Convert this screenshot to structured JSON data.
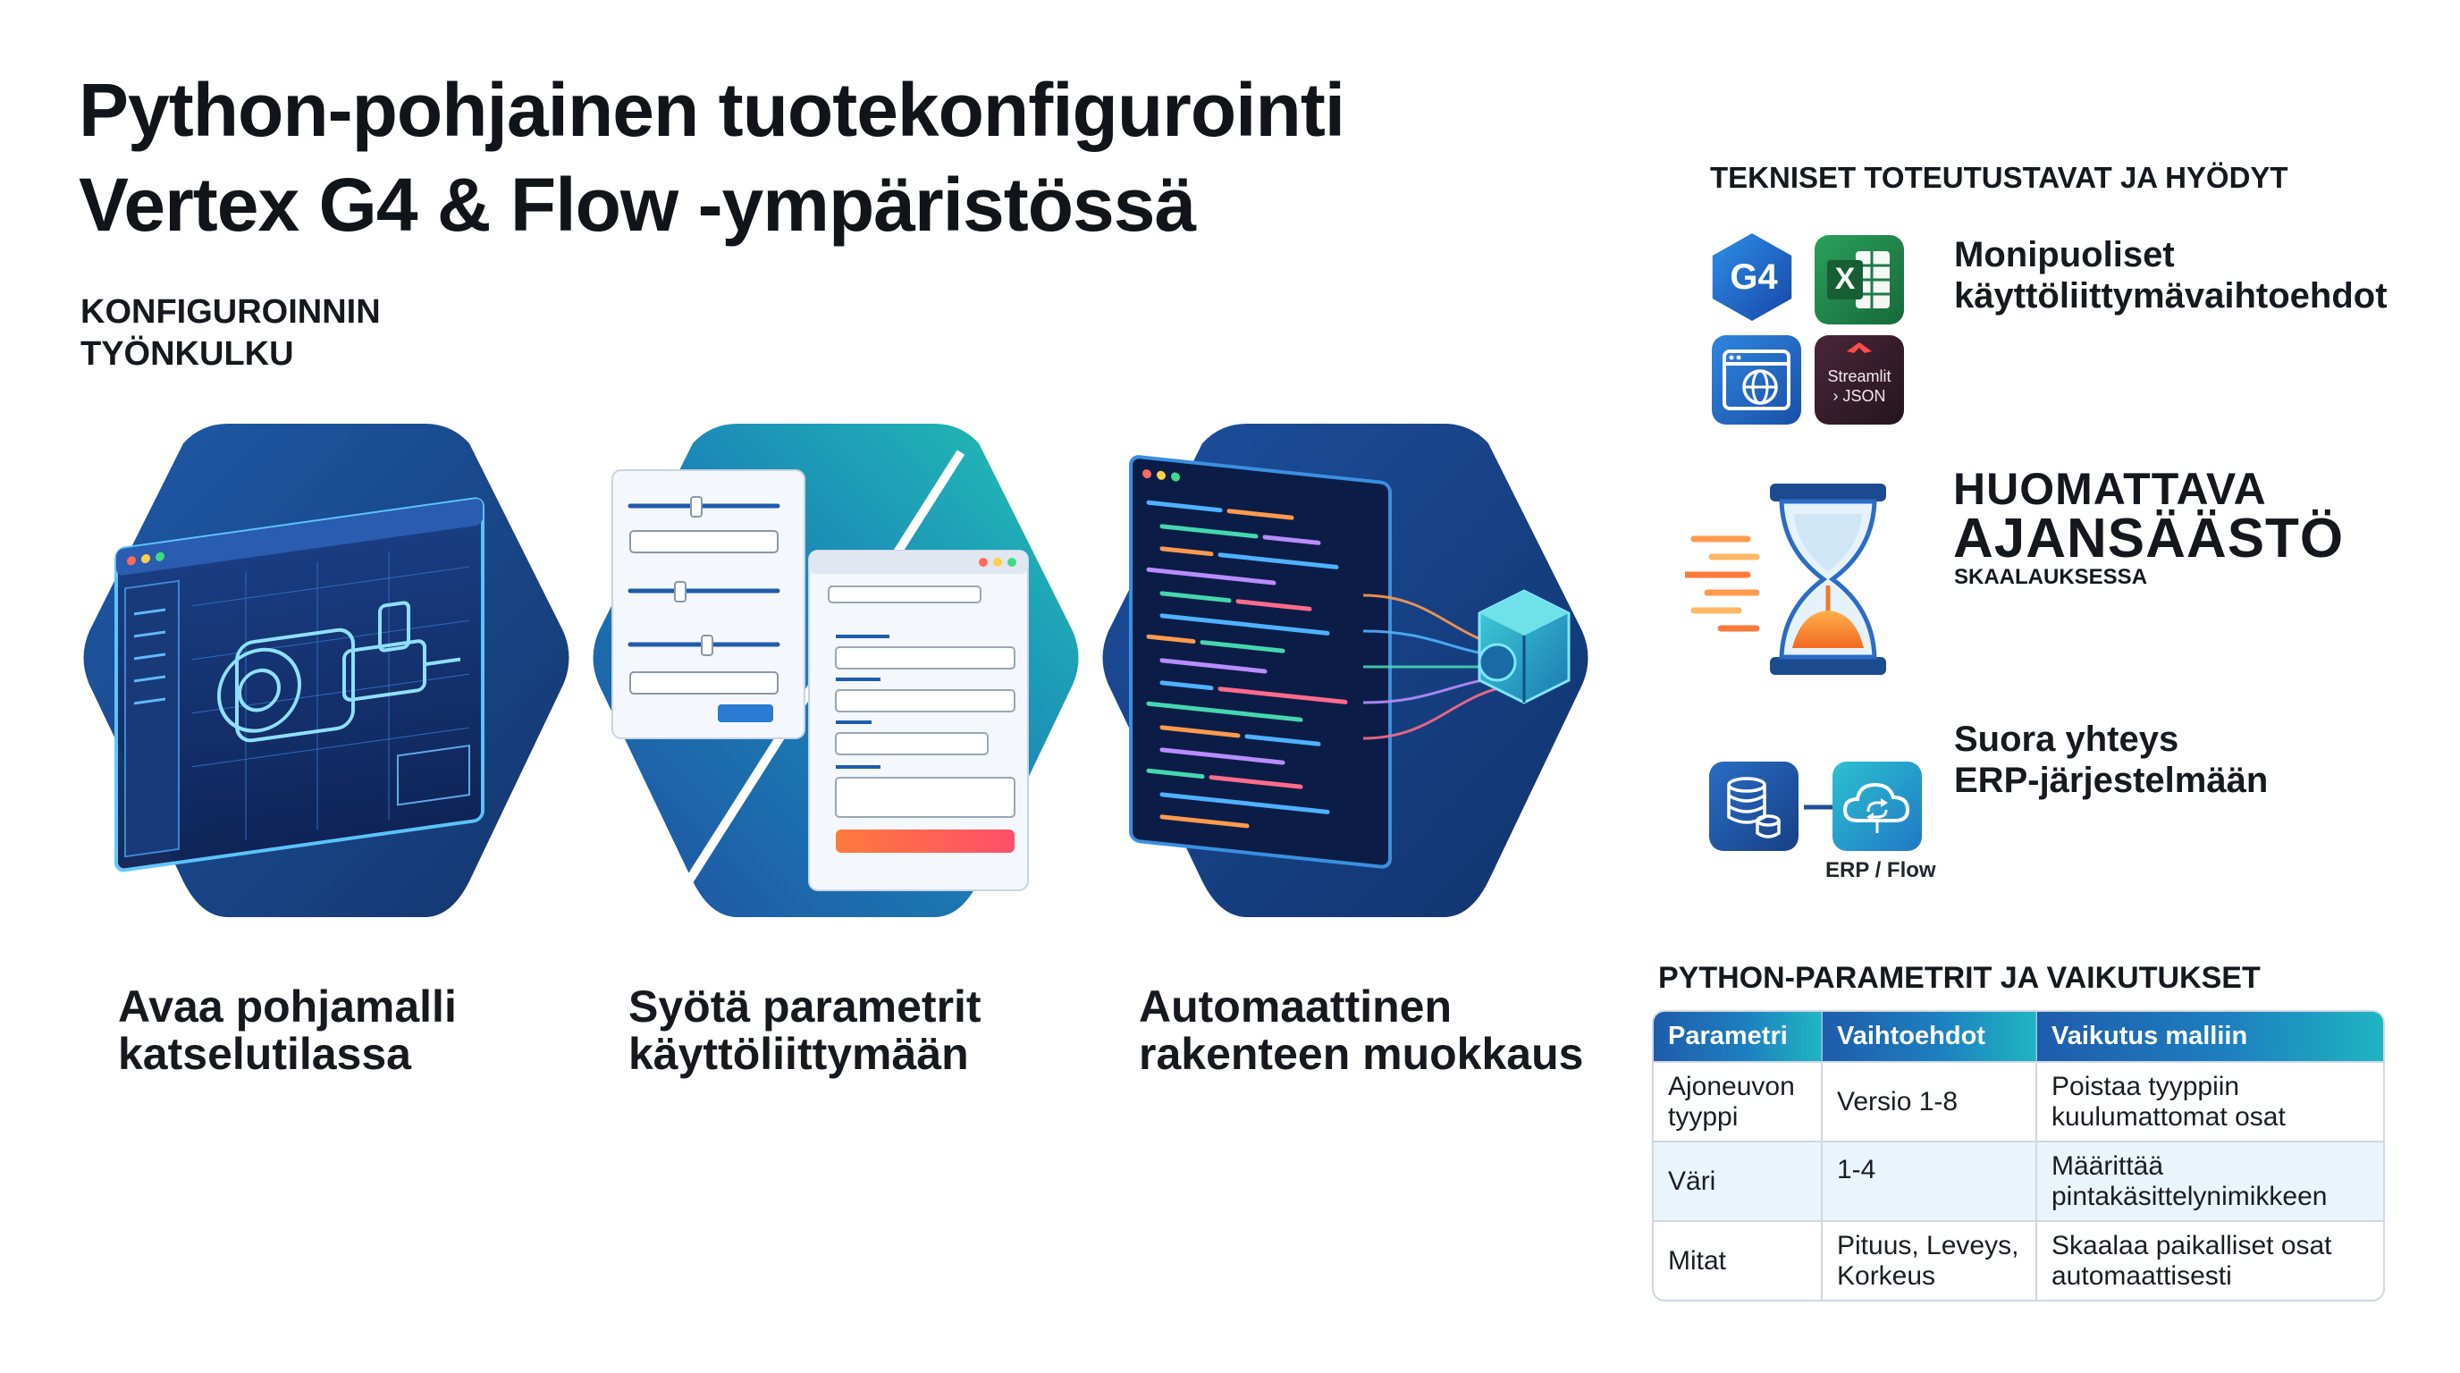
{
  "title": {
    "line1": "Python-pohjainen tuotekonfigurointi",
    "line2": "Vertex G4 & Flow -ympäristössä"
  },
  "workflow": {
    "heading_line1": "KONFIGUROINNIN",
    "heading_line2": "TYÖNKULKU",
    "steps": [
      {
        "line1": "Avaa pohjamalli",
        "line2": "katselutilassa",
        "illustration": "cad-model-viewer"
      },
      {
        "line1": "Syötä parametrit",
        "line2": "käyttöliittymään",
        "illustration": "parameter-form-ui"
      },
      {
        "line1": "Automaattinen",
        "line2": "rakenteen muokkaus",
        "illustration": "code-to-structure"
      }
    ]
  },
  "tech": {
    "heading": "TEKNISET TOTEUTUSTAVAT JA HYÖDYT",
    "ui_options": {
      "line1": "Monipuoliset",
      "line2": "käyttöliittymävaihtoehdot",
      "icons": {
        "g4": "G4",
        "excel": "X",
        "web": "web-browser-icon",
        "streamlit_line1": "Streamlit",
        "streamlit_line2": "› JSON"
      }
    },
    "time_saving": {
      "line1": "HUOMATTAVA",
      "line2": "AJANSÄÄSTÖ",
      "sub": "SKAALAUKSESSA",
      "icon": "hourglass-icon"
    },
    "erp": {
      "line1": "Suora yhteys",
      "line2": "ERP-järjestelmään",
      "label": "ERP / Flow",
      "icons": [
        "database-icon",
        "cloud-sync-icon"
      ]
    }
  },
  "params": {
    "heading": "PYTHON-PARAMETRIT JA VAIKUTUKSET",
    "columns": [
      "Parametri",
      "Vaihtoehdot",
      "Vaikutus malliin"
    ],
    "rows": [
      {
        "param_l1": "Ajoneuvon",
        "param_l2": "tyyppi",
        "options_l1": "Versio 1-8",
        "options_l2": "",
        "effect_l1": "Poistaa tyyppiin",
        "effect_l2": "kuulumattomat osat"
      },
      {
        "param_l1": "Väri",
        "param_l2": "",
        "options_l1": "1-4",
        "options_l2": "",
        "effect_l1": "Määrittää",
        "effect_l2": "pintakäsittelynimikkeen"
      },
      {
        "param_l1": "Mitat",
        "param_l2": "",
        "options_l1": "Pituus, Leveys,",
        "options_l2": "Korkeus",
        "effect_l1": "Skaalaa paikalliset osat",
        "effect_l2": "automaattisesti"
      }
    ]
  },
  "colors": {
    "navy": "#1b3f7a",
    "blue": "#2166b8",
    "teal": "#1fb5b8",
    "orange": "#f07a2a",
    "excel_green": "#1f7a43",
    "streamlit_dark": "#3a1f2e"
  }
}
